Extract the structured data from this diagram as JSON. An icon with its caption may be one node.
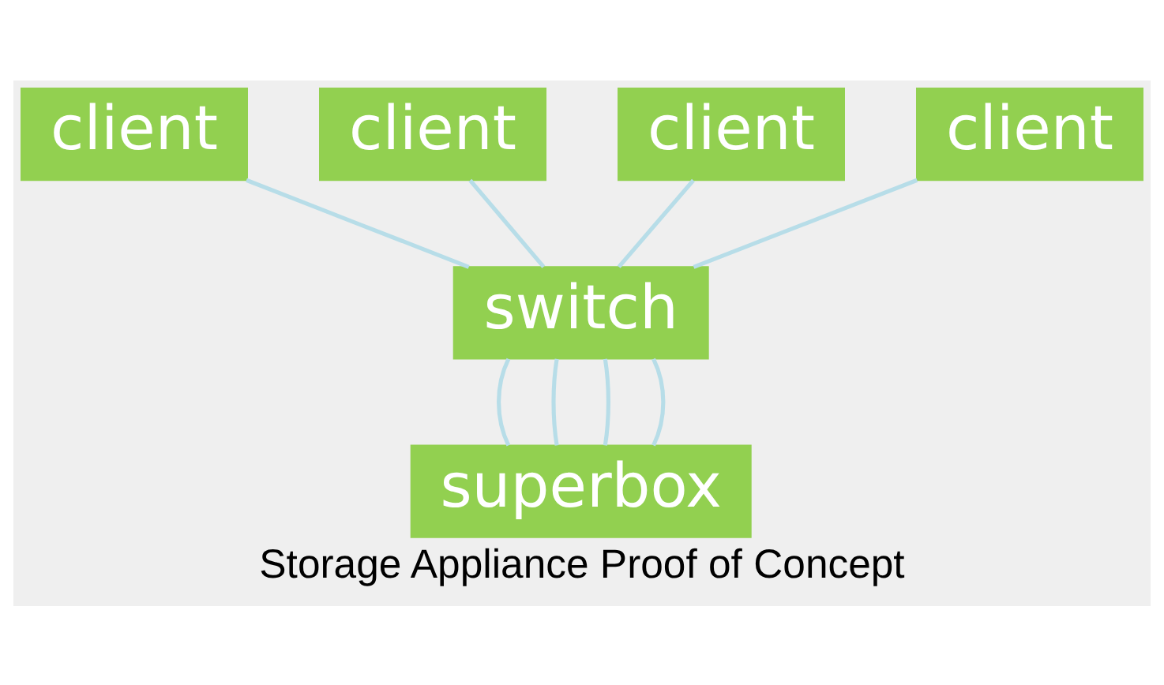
{
  "diagram": {
    "caption": "Storage Appliance Proof of Concept",
    "nodes": [
      {
        "text": [
          "client"
        ]
      },
      {
        "text": [
          "client"
        ]
      },
      {
        "text": [
          "client"
        ]
      },
      {
        "text": [
          "client"
        ]
      },
      {
        "text": [
          "switch"
        ]
      },
      {
        "text": [
          "superbox"
        ]
      }
    ],
    "edges": [
      {
        "from": 2,
        "to": 4,
        "arrow": "none"
      },
      {
        "from": 0,
        "to": 4,
        "arrow": "none"
      },
      {
        "from": 1,
        "to": 4,
        "arrow": "none"
      },
      {
        "from": 3,
        "to": 4,
        "arrow": "none"
      },
      {
        "from": 4,
        "to": 5,
        "arrow": "none"
      },
      {
        "from": 4,
        "to": 5,
        "arrow": "none"
      },
      {
        "from": 4,
        "to": 5,
        "arrow": "none"
      },
      {
        "from": 4,
        "to": 5,
        "arrow": "none"
      }
    ]
  }
}
